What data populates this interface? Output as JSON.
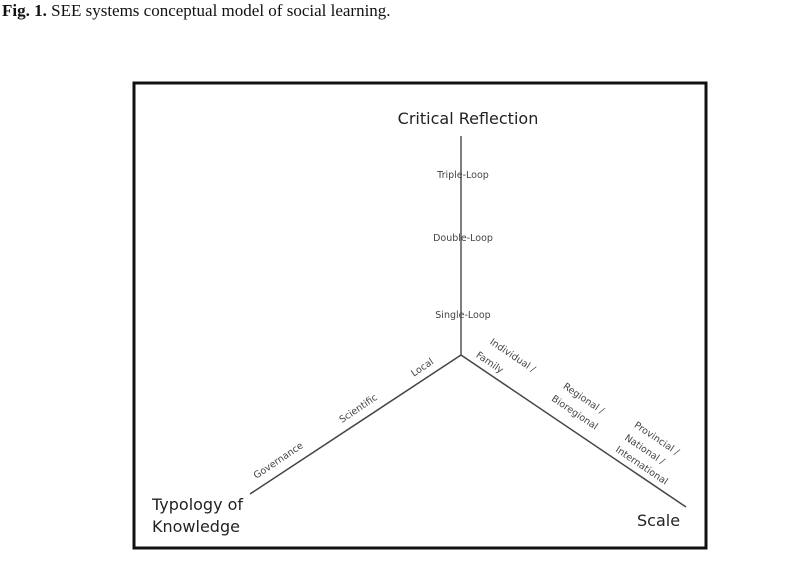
{
  "caption": {
    "label": "Fig. 1.",
    "text": " SEE systems conceptual model of social learning."
  },
  "diagram": {
    "axes": {
      "vertical": "Critical Reflection",
      "left_line1": "Typology of",
      "left_line2": "Knowledge",
      "right": "Scale"
    },
    "critical_reflection_levels": [
      "Triple-Loop",
      "Double-Loop",
      "Single-Loop"
    ],
    "knowledge_types": [
      "Local",
      "Scientific",
      "Governance"
    ],
    "scale_levels": {
      "individual": [
        "Individual /",
        "Family"
      ],
      "regional": [
        "Regional /",
        "Bioregional"
      ],
      "provincial": [
        "Provincial /",
        "National /",
        "International"
      ]
    }
  }
}
